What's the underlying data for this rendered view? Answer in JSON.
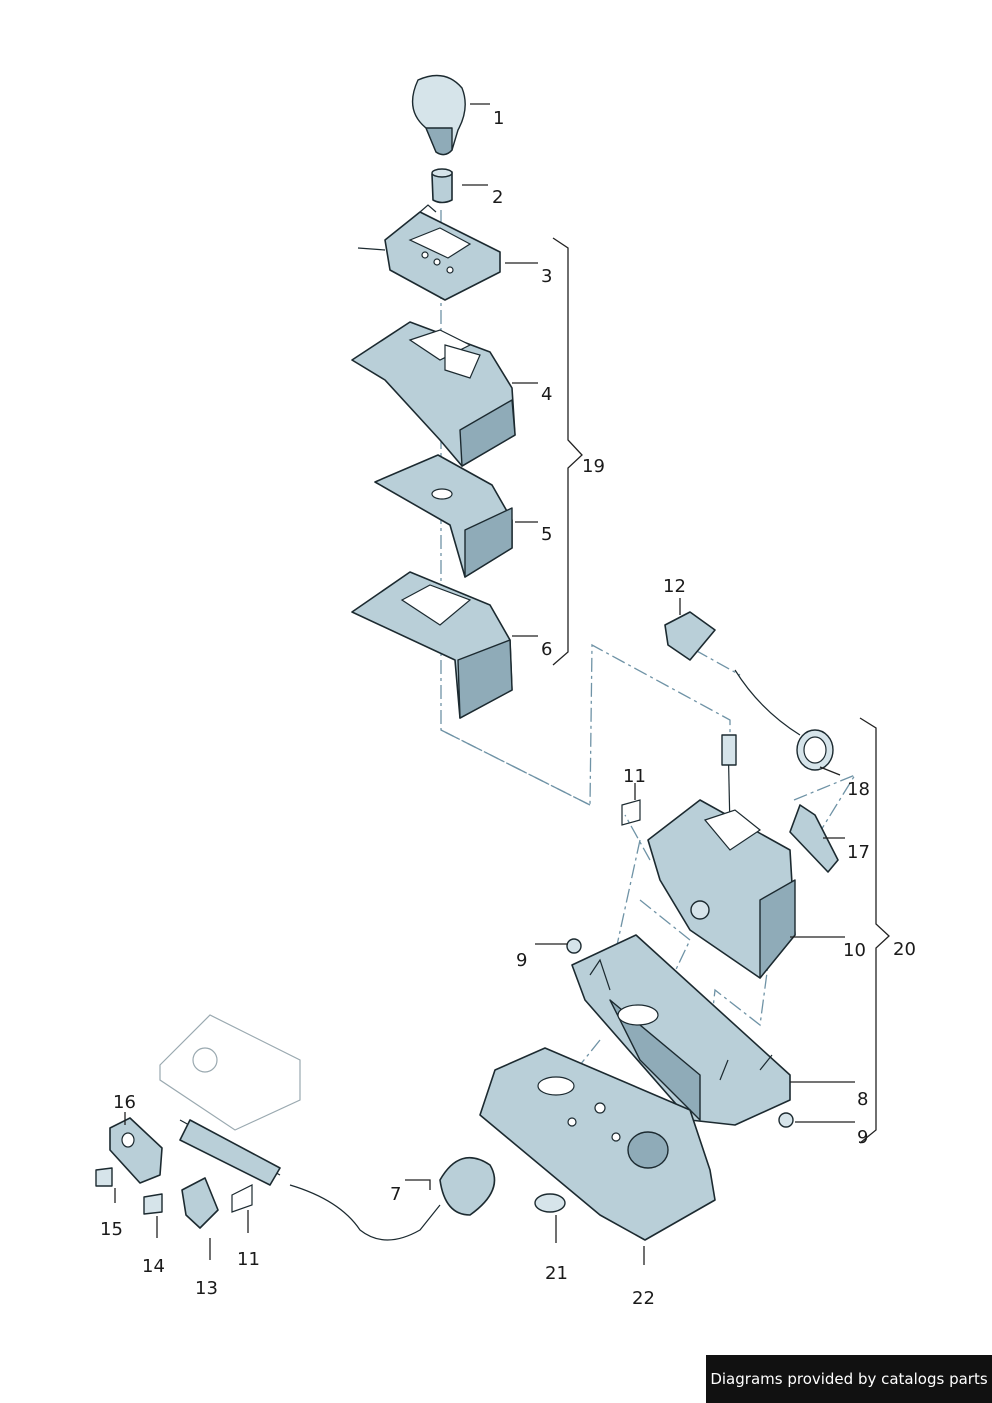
{
  "callouts": [
    "1",
    "2",
    "3",
    "4",
    "5",
    "6",
    "7",
    "8",
    "9",
    "9",
    "10",
    "11",
    "11",
    "12",
    "13",
    "14",
    "15",
    "16",
    "17",
    "18",
    "19",
    "20",
    "21",
    "22"
  ],
  "footer": {
    "text": "Diagrams provided by catalogs parts"
  },
  "colors": {
    "part_fill": "#b9cfd8",
    "dash_line": "#6f93a6",
    "footer_bg": "#111111"
  }
}
